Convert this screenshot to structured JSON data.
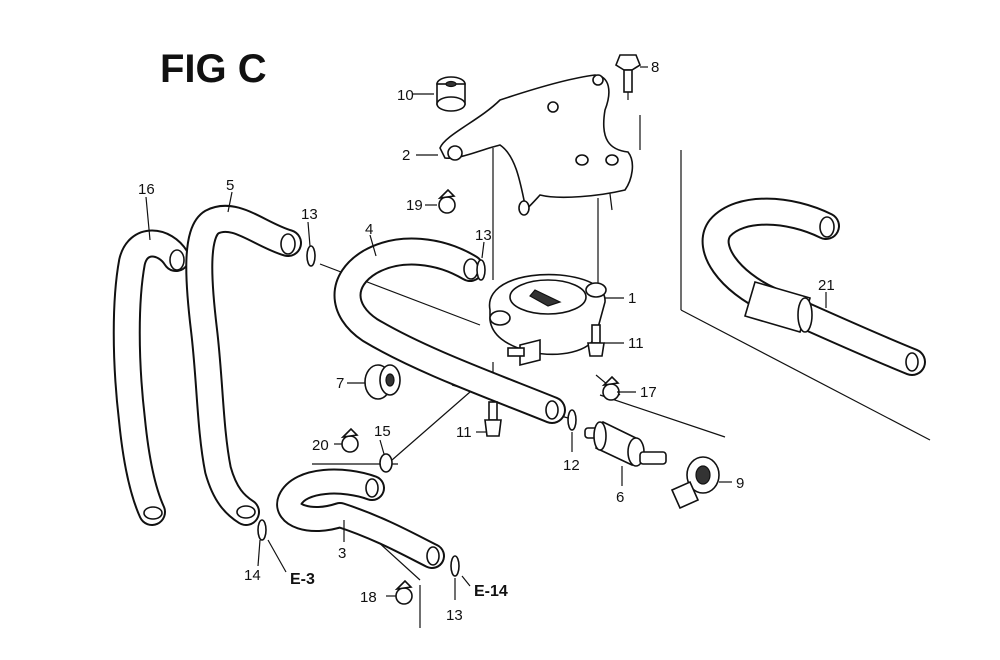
{
  "figure": {
    "title": "FIG C"
  },
  "callouts": {
    "p1": "1",
    "p2": "2",
    "p3": "3",
    "p4": "4",
    "p5": "5",
    "p6": "6",
    "p7": "7",
    "p8": "8",
    "p9": "9",
    "p10": "10",
    "p11a": "11",
    "p11b": "11",
    "p12": "12",
    "p13a": "13",
    "p13b": "13",
    "p13c": "13",
    "p14": "14",
    "p15": "15",
    "p16": "16",
    "p17": "17",
    "p18": "18",
    "p19": "19",
    "p20": "20",
    "p21": "21"
  },
  "references": {
    "ref_e3": "E-3",
    "ref_e14": "E-14"
  }
}
